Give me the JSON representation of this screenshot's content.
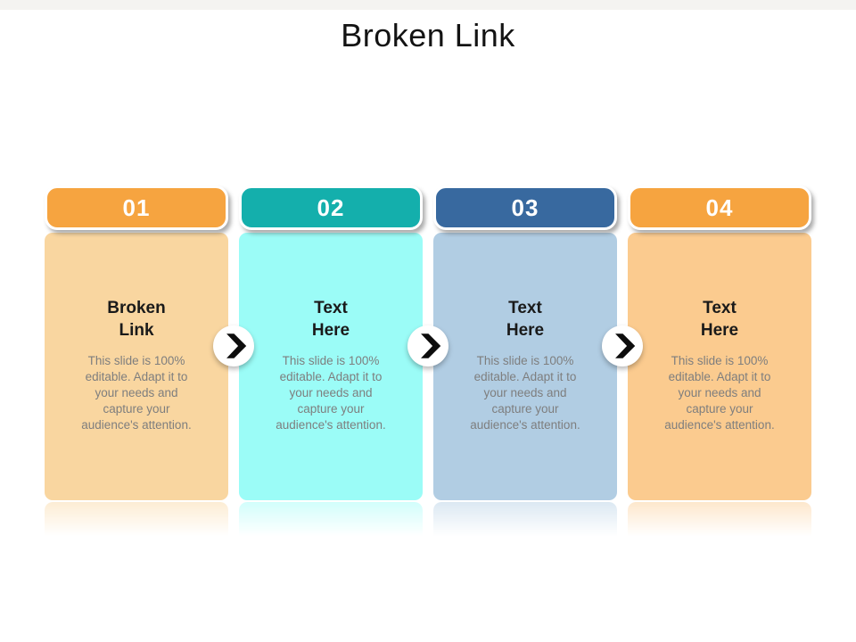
{
  "slide": {
    "title": "Broken Link",
    "background_color": "#FFFFFF",
    "top_band_color": "#F4F3F1"
  },
  "text_colors": {
    "title": "#131313",
    "heading": "#1A1A1A",
    "description": "#7E7E7E",
    "step_number": "#FFFFFF"
  },
  "arrow": {
    "icon": "chevron-right-icon",
    "circle_color": "#FFFFFF",
    "chevron_color": "#0D0D0D"
  },
  "cards": [
    {
      "number": "01",
      "heading": "Broken\nLink",
      "description": "This slide is 100%\neditable. Adapt it to\nyour needs and\ncapture your\naudience's attention.",
      "header_color": "#F6A440",
      "body_color": "#F9D6A0"
    },
    {
      "number": "02",
      "heading": "Text\nHere",
      "description": "This slide is 100%\neditable. Adapt it to\nyour needs and\ncapture your\naudience's attention.",
      "header_color": "#14AFAC",
      "body_color": "#9BFCF7"
    },
    {
      "number": "03",
      "heading": "Text\nHere",
      "description": "This slide is 100%\neditable. Adapt it to\nyour needs and\ncapture your\naudience's attention.",
      "header_color": "#38699F",
      "body_color": "#B1CDE3"
    },
    {
      "number": "04",
      "heading": "Text\nHere",
      "description": "This slide is 100%\neditable. Adapt it to\nyour needs and\ncapture your\naudience's attention.",
      "header_color": "#F6A440",
      "body_color": "#FBCB8F"
    }
  ]
}
